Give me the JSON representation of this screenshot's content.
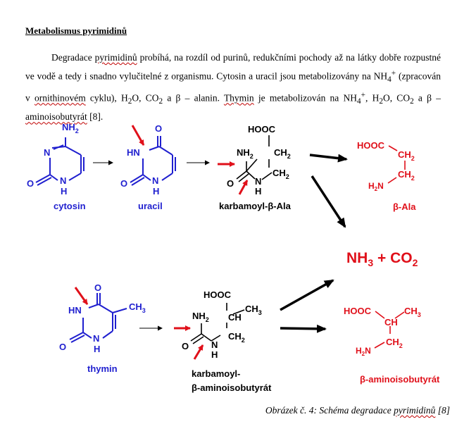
{
  "section": {
    "heading": "Metabolismus pyrimidinů"
  },
  "paragraph": {
    "t1": "Degradace ",
    "w1": "pyrimidinů",
    "t2": " probíhá, na rozdíl od purinů, redukčními pochody až na látky dobře rozpustné ve vodě a tedy i snadno vylučitelné z organismu. Cytosin a uracil jsou metabolizovány na NH",
    "sub4a": "4",
    "supPlus": "+",
    "t3": " (zpracován v ",
    "w2": "ornithinovém",
    "t4": " cyklu), H",
    "sub2a": "2",
    "t5": "O, CO",
    "sub2b": "2",
    "t6": " a β – alanin. ",
    "w3": "Thymin",
    "t7": " je metabolizován na NH",
    "sub4b": "4",
    "supPlus2": "+",
    "t8": ", H",
    "sub2c": "2",
    "t9": "O, CO",
    "sub2d": "2",
    "t10": " a β – ",
    "w4": "aminoisobutyrát",
    "t11": " [8]."
  },
  "diagram": {
    "colors": {
      "blue": "#1f1fcf",
      "red": "#e0101a",
      "black": "#000000"
    },
    "cytosin": {
      "nh": "NH",
      "sub2": "2",
      "n": "N",
      "o": "O",
      "nbottom": "N",
      "h": "H",
      "name": "cytosin"
    },
    "uracil": {
      "o": "O",
      "hn": "HN",
      "o2": "O",
      "n": "N",
      "h": "H",
      "name": "uracil"
    },
    "karbamoyl_ala": {
      "hooc": "HOOC",
      "nh": "NH",
      "sub2a": "2",
      "ch": "CH",
      "sub2b": "2",
      "ch2": "CH",
      "sub2c": "2",
      "o": "O",
      "n": "N",
      "h": "H",
      "name1": "karbamoyl-β-Ala"
    },
    "beta_ala": {
      "hooc": "HOOC",
      "ch": "CH",
      "sub2a": "2",
      "ch2": "CH",
      "sub2b": "2",
      "h2n_h": "H",
      "h2n_sub": "2",
      "h2n_n": "N",
      "name": "β-Ala"
    },
    "products": {
      "nh": "NH",
      "sub3": "3",
      "plus": " + CO",
      "sub2": "2"
    },
    "thymin": {
      "o": "O",
      "ch": "CH",
      "sub3": "3",
      "hn": "HN",
      "o2": "O",
      "n": "N",
      "h": "H",
      "name": "thymin"
    },
    "karbamoyl_aib": {
      "hooc": "HOOC",
      "ch3": "CH",
      "sub3": "3",
      "nh": "NH",
      "sub2a": "2",
      "ch": "CH",
      "ch2": "CH",
      "sub2b": "2",
      "o": "O",
      "n": "N",
      "h": "H",
      "name1": "karbamoyl-",
      "name2": "β-aminoisobutyrát"
    },
    "beta_aib": {
      "hooc": "HOOC",
      "ch3": "CH",
      "sub3": "3",
      "ch": "CH",
      "ch2": "CH",
      "sub2": "2",
      "h2n_h": "H",
      "h2n_sub": "2",
      "h2n_n": "N",
      "name": "β-aminoisobutyrát"
    }
  },
  "caption": {
    "prefix": "Obrázek č. 4: Schéma degradace ",
    "word": "pyrimidinů",
    "suffix": " [8]"
  }
}
